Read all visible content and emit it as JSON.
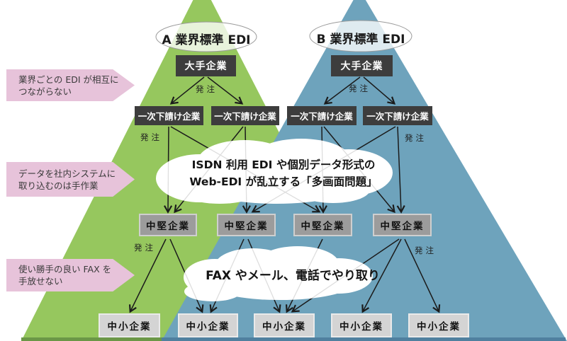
{
  "ellipses": {
    "a": {
      "label": "A 業界標準 EDI"
    },
    "b": {
      "label": "B 業界標準 EDI"
    }
  },
  "boxes": {
    "major": "大手企業",
    "tier1": "一次下請け企業",
    "midsize": "中堅企業",
    "small": "中小企業"
  },
  "order_label": "発注",
  "callouts": [
    {
      "line1": "業界ごとの EDI が相互に",
      "line2": "つながらない"
    },
    {
      "line1": "データを社内システムに",
      "line2": "取り込むのは手作業"
    },
    {
      "line1": "使い勝手の良い FAX を",
      "line2": "手放せない"
    }
  ],
  "clouds": {
    "multi_screen": {
      "line1": "ISDN 利用 EDI や個別データ形式の",
      "line2": "Web-EDI が乱立する「多画面問題」"
    },
    "fax": {
      "line1": "FAX やメール、電話でやり取り"
    }
  },
  "colors": {
    "triangle_green": "#96c75e",
    "triangle_blue": "#6ea3bc",
    "base_green": "#6b9747",
    "base_blue": "#50809f",
    "pink": "#e7c3da",
    "dark_box": "#3d3d3d",
    "mid_gray": "#9c9c9c",
    "small_gray": "#d4d4d4",
    "arrow": "#1b1b1b",
    "cloud_white": "#ffffff"
  }
}
